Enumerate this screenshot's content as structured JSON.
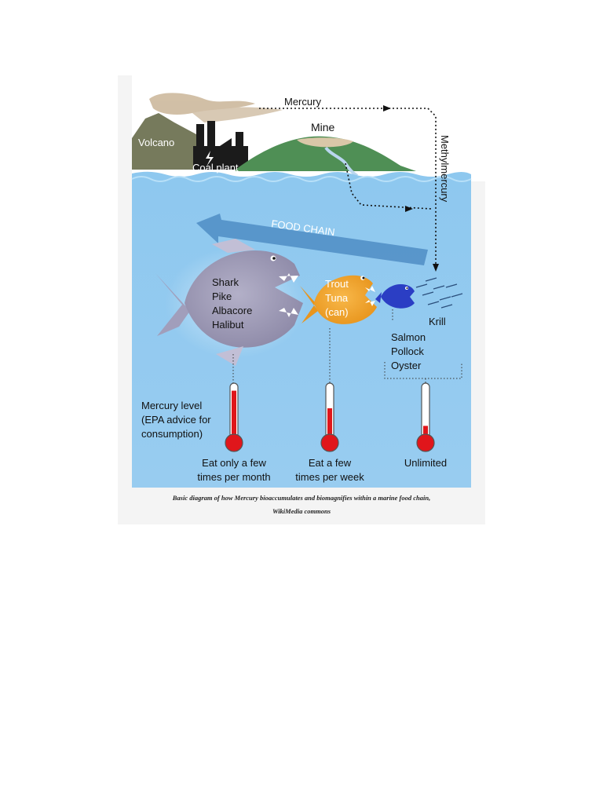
{
  "sources": {
    "volcano": "Volcano",
    "coal_plant": "Coal plant",
    "mine": "Mine",
    "mercury": "Mercury",
    "methylmercury": "Methylmercury"
  },
  "food_chain": "FOOD CHAIN",
  "fish_groups": {
    "large": [
      "Shark",
      "Pike",
      "Albacore",
      "Halibut"
    ],
    "medium": [
      "Trout",
      "Tuna",
      "(can)"
    ],
    "krill": "Krill",
    "small": [
      "Salmon",
      "Pollock",
      "Oyster"
    ]
  },
  "mercury_level": {
    "title": [
      "Mercury level",
      "(EPA advice for",
      "consumption)"
    ],
    "thermometers": [
      {
        "advice": [
          "Eat only a few",
          "times per month"
        ],
        "level": 0.85
      },
      {
        "advice": [
          "Eat a few",
          "times per week"
        ],
        "level": 0.5
      },
      {
        "advice": [
          "Unlimited"
        ],
        "level": 0.15
      }
    ]
  },
  "colors": {
    "water": "#8ec8ef",
    "sky": "#ffffff",
    "volcano": "#7a7a62",
    "hill": "#4f8f55",
    "large_fish": "#a8a4bf",
    "medium_fish": "#f3a636",
    "small_fish": "#2b3ec4",
    "mercury_red": "#e0161b",
    "arrow": "#4f8dc4"
  },
  "caption": {
    "line1": "Basic diagram of how Mercury bioaccumulates and biomagnifies within a marine food chain,",
    "line2": "WikiMedia commons"
  }
}
